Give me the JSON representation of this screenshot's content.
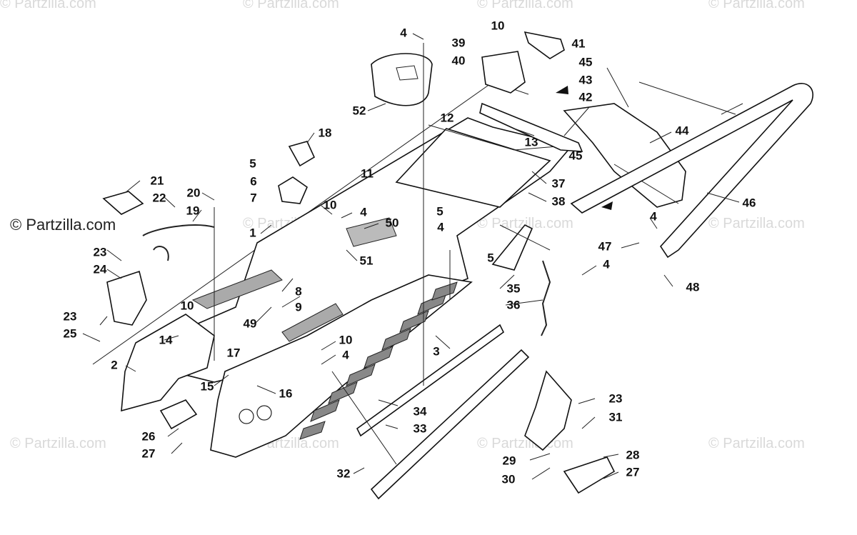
{
  "watermark_text": "© Partzilla.com",
  "brand_text": "© Partzilla.com",
  "callouts": [
    {
      "id": "c1",
      "label": "1"
    },
    {
      "id": "c2",
      "label": "2"
    },
    {
      "id": "c3",
      "label": "3"
    },
    {
      "id": "c4a",
      "label": "4"
    },
    {
      "id": "c4b",
      "label": "4"
    },
    {
      "id": "c4c",
      "label": "4"
    },
    {
      "id": "c4d",
      "label": "4"
    },
    {
      "id": "c4e",
      "label": "4"
    },
    {
      "id": "c4f",
      "label": "4"
    },
    {
      "id": "c5a",
      "label": "5"
    },
    {
      "id": "c5b",
      "label": "5"
    },
    {
      "id": "c5c",
      "label": "5"
    },
    {
      "id": "c6",
      "label": "6"
    },
    {
      "id": "c7",
      "label": "7"
    },
    {
      "id": "c8",
      "label": "8"
    },
    {
      "id": "c9",
      "label": "9"
    },
    {
      "id": "c10a",
      "label": "10"
    },
    {
      "id": "c10b",
      "label": "10"
    },
    {
      "id": "c10c",
      "label": "10"
    },
    {
      "id": "c10d",
      "label": "10"
    },
    {
      "id": "c11",
      "label": "11"
    },
    {
      "id": "c12",
      "label": "12"
    },
    {
      "id": "c13",
      "label": "13"
    },
    {
      "id": "c14",
      "label": "14"
    },
    {
      "id": "c15",
      "label": "15"
    },
    {
      "id": "c16",
      "label": "16"
    },
    {
      "id": "c17",
      "label": "17"
    },
    {
      "id": "c18",
      "label": "18"
    },
    {
      "id": "c19",
      "label": "19"
    },
    {
      "id": "c20",
      "label": "20"
    },
    {
      "id": "c21",
      "label": "21"
    },
    {
      "id": "c22",
      "label": "22"
    },
    {
      "id": "c23a",
      "label": "23"
    },
    {
      "id": "c23b",
      "label": "23"
    },
    {
      "id": "c23c",
      "label": "23"
    },
    {
      "id": "c24",
      "label": "24"
    },
    {
      "id": "c25",
      "label": "25"
    },
    {
      "id": "c26",
      "label": "26"
    },
    {
      "id": "c27a",
      "label": "27"
    },
    {
      "id": "c27b",
      "label": "27"
    },
    {
      "id": "c28",
      "label": "28"
    },
    {
      "id": "c29",
      "label": "29"
    },
    {
      "id": "c30",
      "label": "30"
    },
    {
      "id": "c31",
      "label": "31"
    },
    {
      "id": "c32",
      "label": "32"
    },
    {
      "id": "c33",
      "label": "33"
    },
    {
      "id": "c34",
      "label": "34"
    },
    {
      "id": "c35",
      "label": "35"
    },
    {
      "id": "c36",
      "label": "36"
    },
    {
      "id": "c37",
      "label": "37"
    },
    {
      "id": "c38",
      "label": "38"
    },
    {
      "id": "c39",
      "label": "39"
    },
    {
      "id": "c40",
      "label": "40"
    },
    {
      "id": "c41",
      "label": "41"
    },
    {
      "id": "c42",
      "label": "42"
    },
    {
      "id": "c43",
      "label": "43"
    },
    {
      "id": "c44",
      "label": "44"
    },
    {
      "id": "c45a",
      "label": "45"
    },
    {
      "id": "c45b",
      "label": "45"
    },
    {
      "id": "c46",
      "label": "46"
    },
    {
      "id": "c47",
      "label": "47"
    },
    {
      "id": "c48",
      "label": "48"
    },
    {
      "id": "c49",
      "label": "49"
    },
    {
      "id": "c50",
      "label": "50"
    },
    {
      "id": "c51",
      "label": "51"
    },
    {
      "id": "c52",
      "label": "52"
    }
  ]
}
